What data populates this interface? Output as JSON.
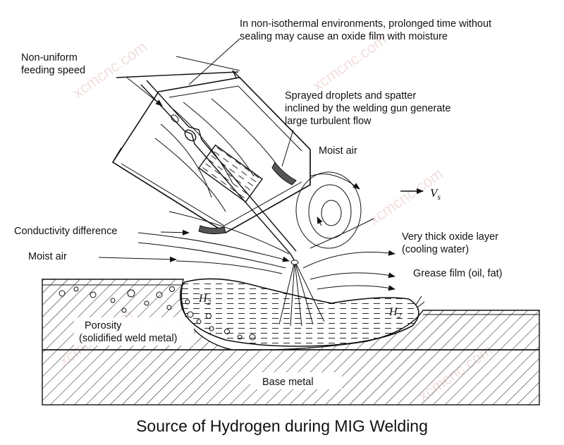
{
  "title": "Source of Hydrogen during MIG Welding",
  "watermark": "xcmcnc.com",
  "labels": {
    "oxide_film_line1": "In non-isothermal environments, prolonged time without",
    "oxide_film_line2": "sealing may cause an oxide film with moisture",
    "feeding_line1": "Non-uniform",
    "feeding_line2": "feeding speed",
    "spatter_line1": "Sprayed droplets and spatter",
    "spatter_line2": "inclined by the welding gun generate",
    "spatter_line3": "large turbulent flow",
    "moist_air_top": "Moist air",
    "velocity_symbol": "V",
    "velocity_subscript": "s",
    "conductivity": "Conductivity difference",
    "moist_air_left": "Moist air",
    "oxide_layer_line1": "Very thick oxide layer",
    "oxide_layer_line2": "(cooling water)",
    "grease": "Grease film (oil, fat)",
    "h2_symbol": "H",
    "h2_subscript": "2",
    "porosity_line1": "Porosity",
    "porosity_line2": "(solidified weld metal)",
    "base_metal": "Base metal"
  }
}
